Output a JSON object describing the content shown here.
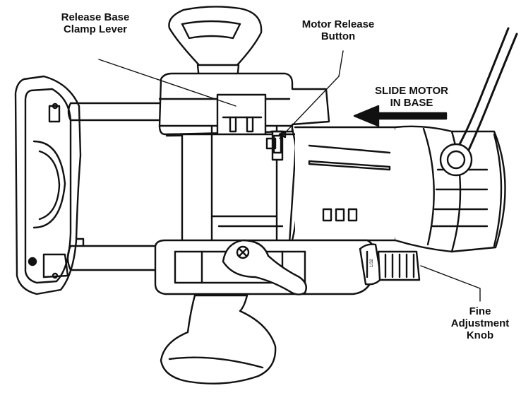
{
  "labels": {
    "release_base_clamp_lever": [
      "Release Base",
      "Clamp Lever"
    ],
    "motor_release_button": [
      "Motor Release",
      "Button"
    ],
    "slide_motor_in_base": [
      "SLIDE MOTOR",
      "IN BASE"
    ],
    "fine_adjustment_knob": [
      "Fine",
      "Adjustment",
      "Knob"
    ]
  },
  "scale_marks": [
    "1/32"
  ],
  "colors": {
    "line": "#111111",
    "background": "#ffffff"
  }
}
